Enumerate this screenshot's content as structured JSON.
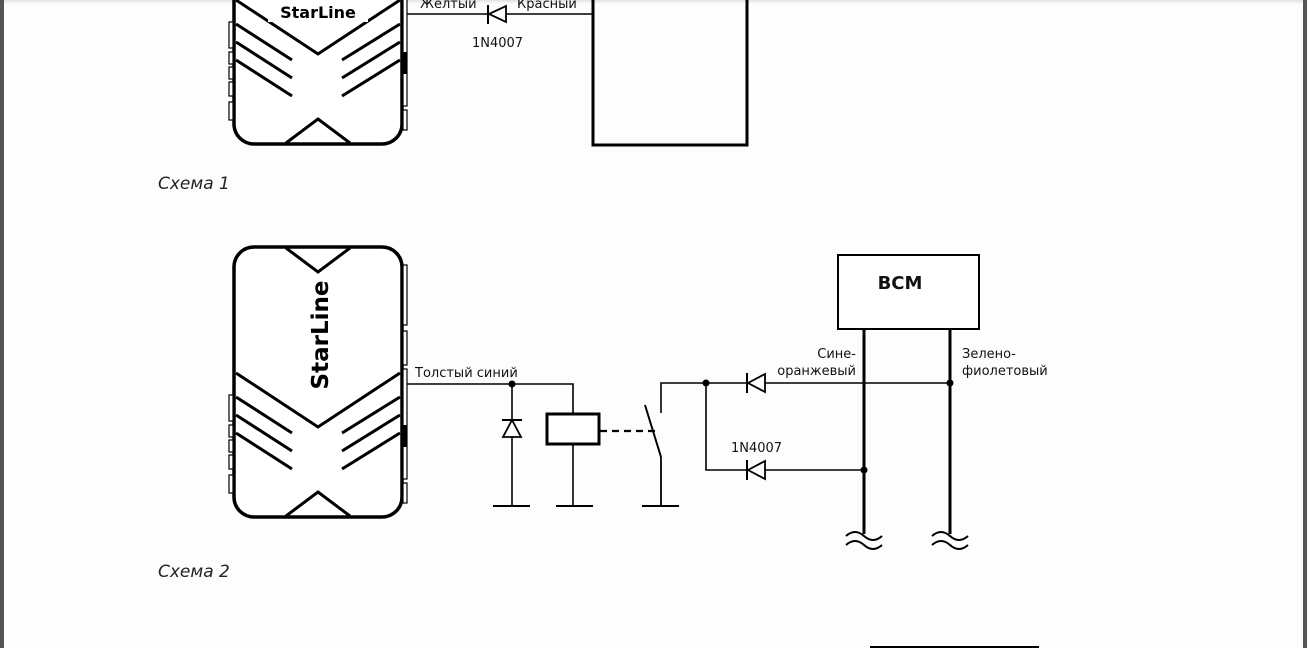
{
  "document": {
    "scheme1": {
      "caption": "Схема 1",
      "brand": "StarLine",
      "wire_left": "Желтый",
      "wire_right": "Красный",
      "diode": "1N4007"
    },
    "scheme2": {
      "caption": "Схема 2",
      "brand": "StarLine",
      "wire_main": "Толстый синий",
      "module": "BCM",
      "wire_a_line1": "Сине-",
      "wire_a_line2": "оранжевый",
      "wire_b_line1": "Зелено-",
      "wire_b_line2": "фиолетовый",
      "diode": "1N4007"
    }
  },
  "colors": {
    "viewer_border": "#545454",
    "page": "#fdfdfd",
    "ink": "#000000"
  }
}
